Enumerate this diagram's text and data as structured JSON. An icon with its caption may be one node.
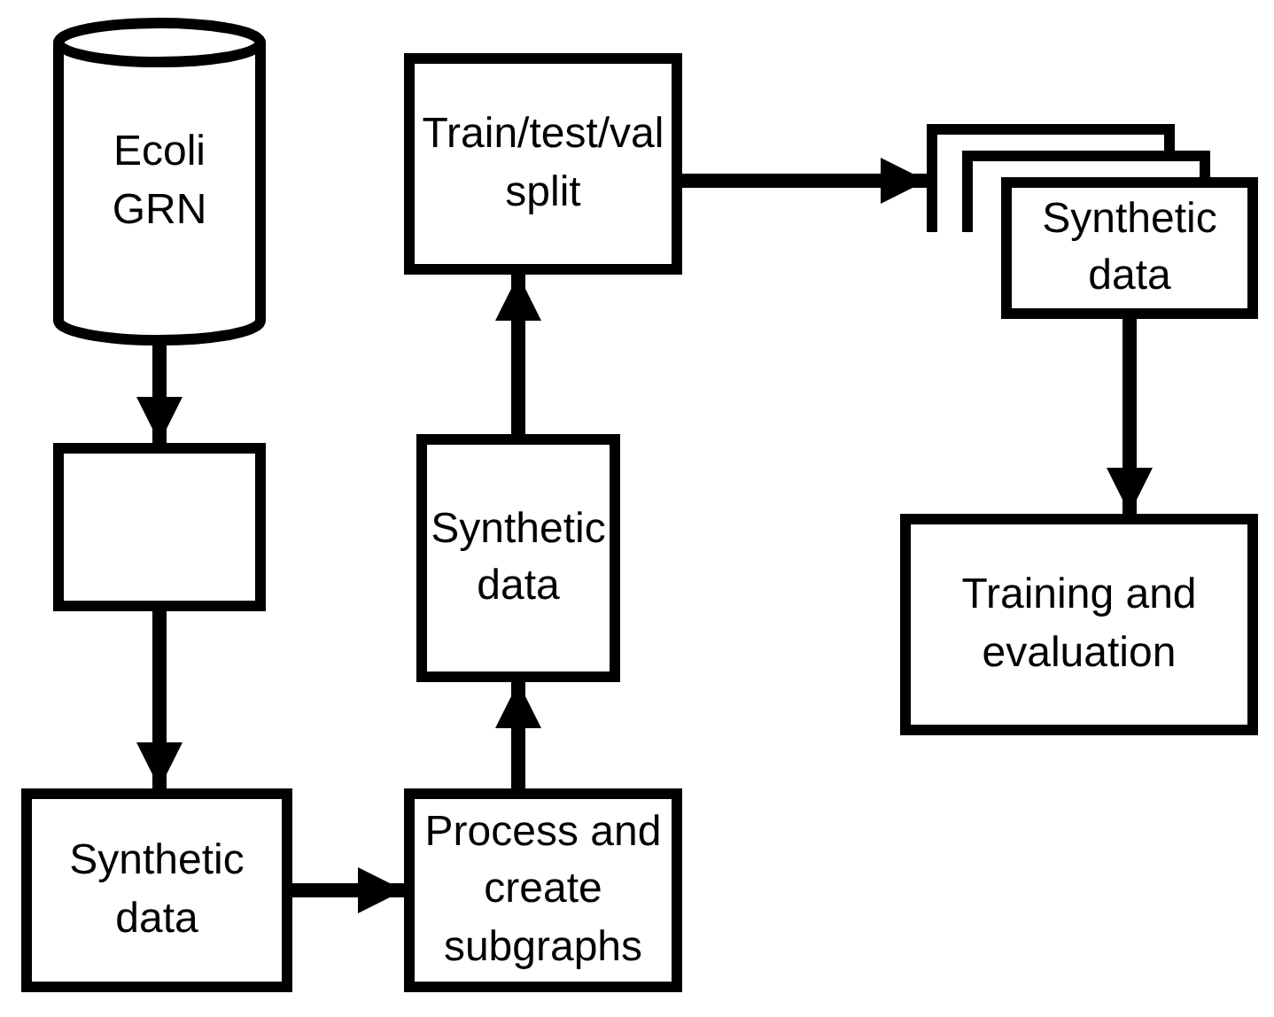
{
  "diagram": {
    "nodes": [
      {
        "text": [
          "Ecoli GRN"
        ]
      },
      {
        "text": [],
        "shape": "box"
      },
      {
        "text": [
          "Synthetic data"
        ]
      },
      {
        "text": [
          "Process and create subgraphs"
        ]
      },
      {
        "text": [
          "Synthetic data"
        ]
      },
      {
        "text": [
          "Train/test/val split"
        ]
      },
      {
        "text": [],
        "shape": "box"
      },
      {
        "text": [],
        "shape": "box"
      },
      {
        "text": [
          "Synthetic data"
        ]
      },
      {
        "text": [
          "Training and evaluation"
        ]
      }
    ],
    "edges": [
      {
        "from": 0,
        "to": 1,
        "arrow": "to"
      },
      {
        "from": 1,
        "to": 2,
        "arrow": "to"
      },
      {
        "from": 2,
        "to": 3,
        "arrow": "to"
      },
      {
        "from": 3,
        "to": 4,
        "arrow": "to"
      },
      {
        "from": 4,
        "to": 5,
        "arrow": "to"
      },
      {
        "from": 5,
        "to": 6,
        "arrow": "to"
      },
      {
        "from": 8,
        "to": 9,
        "arrow": "to"
      }
    ]
  }
}
